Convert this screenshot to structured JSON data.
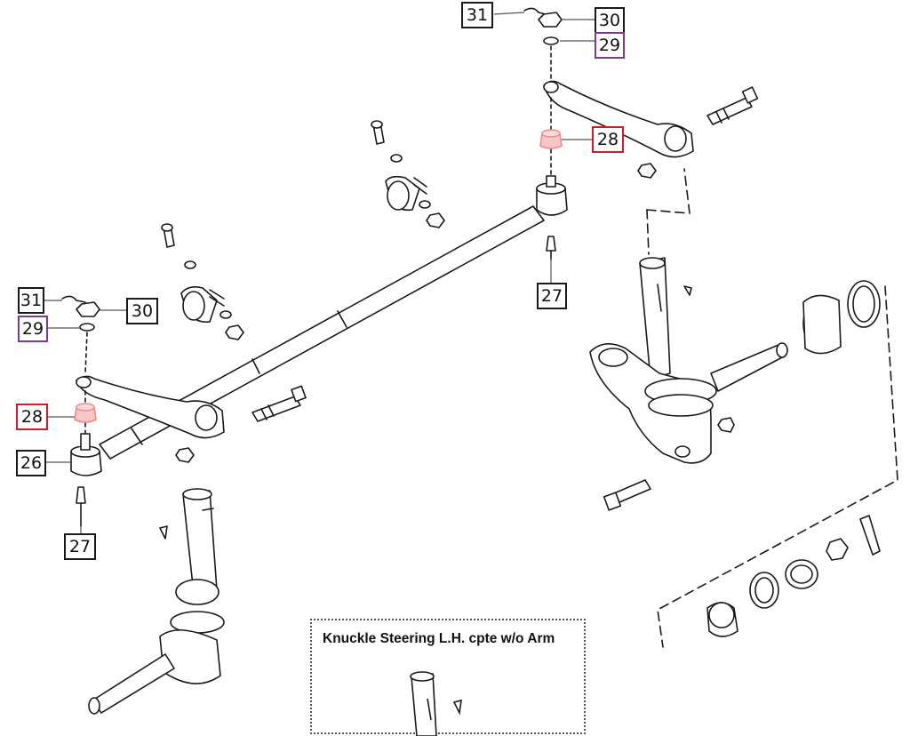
{
  "callouts": [
    {
      "id": "c31a",
      "label": "31",
      "style": "black"
    },
    {
      "id": "c30a",
      "label": "30",
      "style": "black"
    },
    {
      "id": "c29a",
      "label": "29",
      "style": "purple"
    },
    {
      "id": "c28a",
      "label": "28",
      "style": "red"
    },
    {
      "id": "c27a",
      "label": "27",
      "style": "black"
    },
    {
      "id": "c31b",
      "label": "31",
      "style": "black"
    },
    {
      "id": "c30b",
      "label": "30",
      "style": "black"
    },
    {
      "id": "c29b",
      "label": "29",
      "style": "purple"
    },
    {
      "id": "c28b",
      "label": "28",
      "style": "red"
    },
    {
      "id": "c26",
      "label": "26",
      "style": "black"
    },
    {
      "id": "c27b",
      "label": "27",
      "style": "black"
    }
  ],
  "inset": {
    "title": "Knuckle Steering L.H. cpte w/o Arm"
  },
  "colors": {
    "line": "#1a1a1a",
    "highlight_red": "#d01a2a",
    "highlight_purple": "#7a3b8f",
    "highlight_part": "#f08a8a"
  }
}
